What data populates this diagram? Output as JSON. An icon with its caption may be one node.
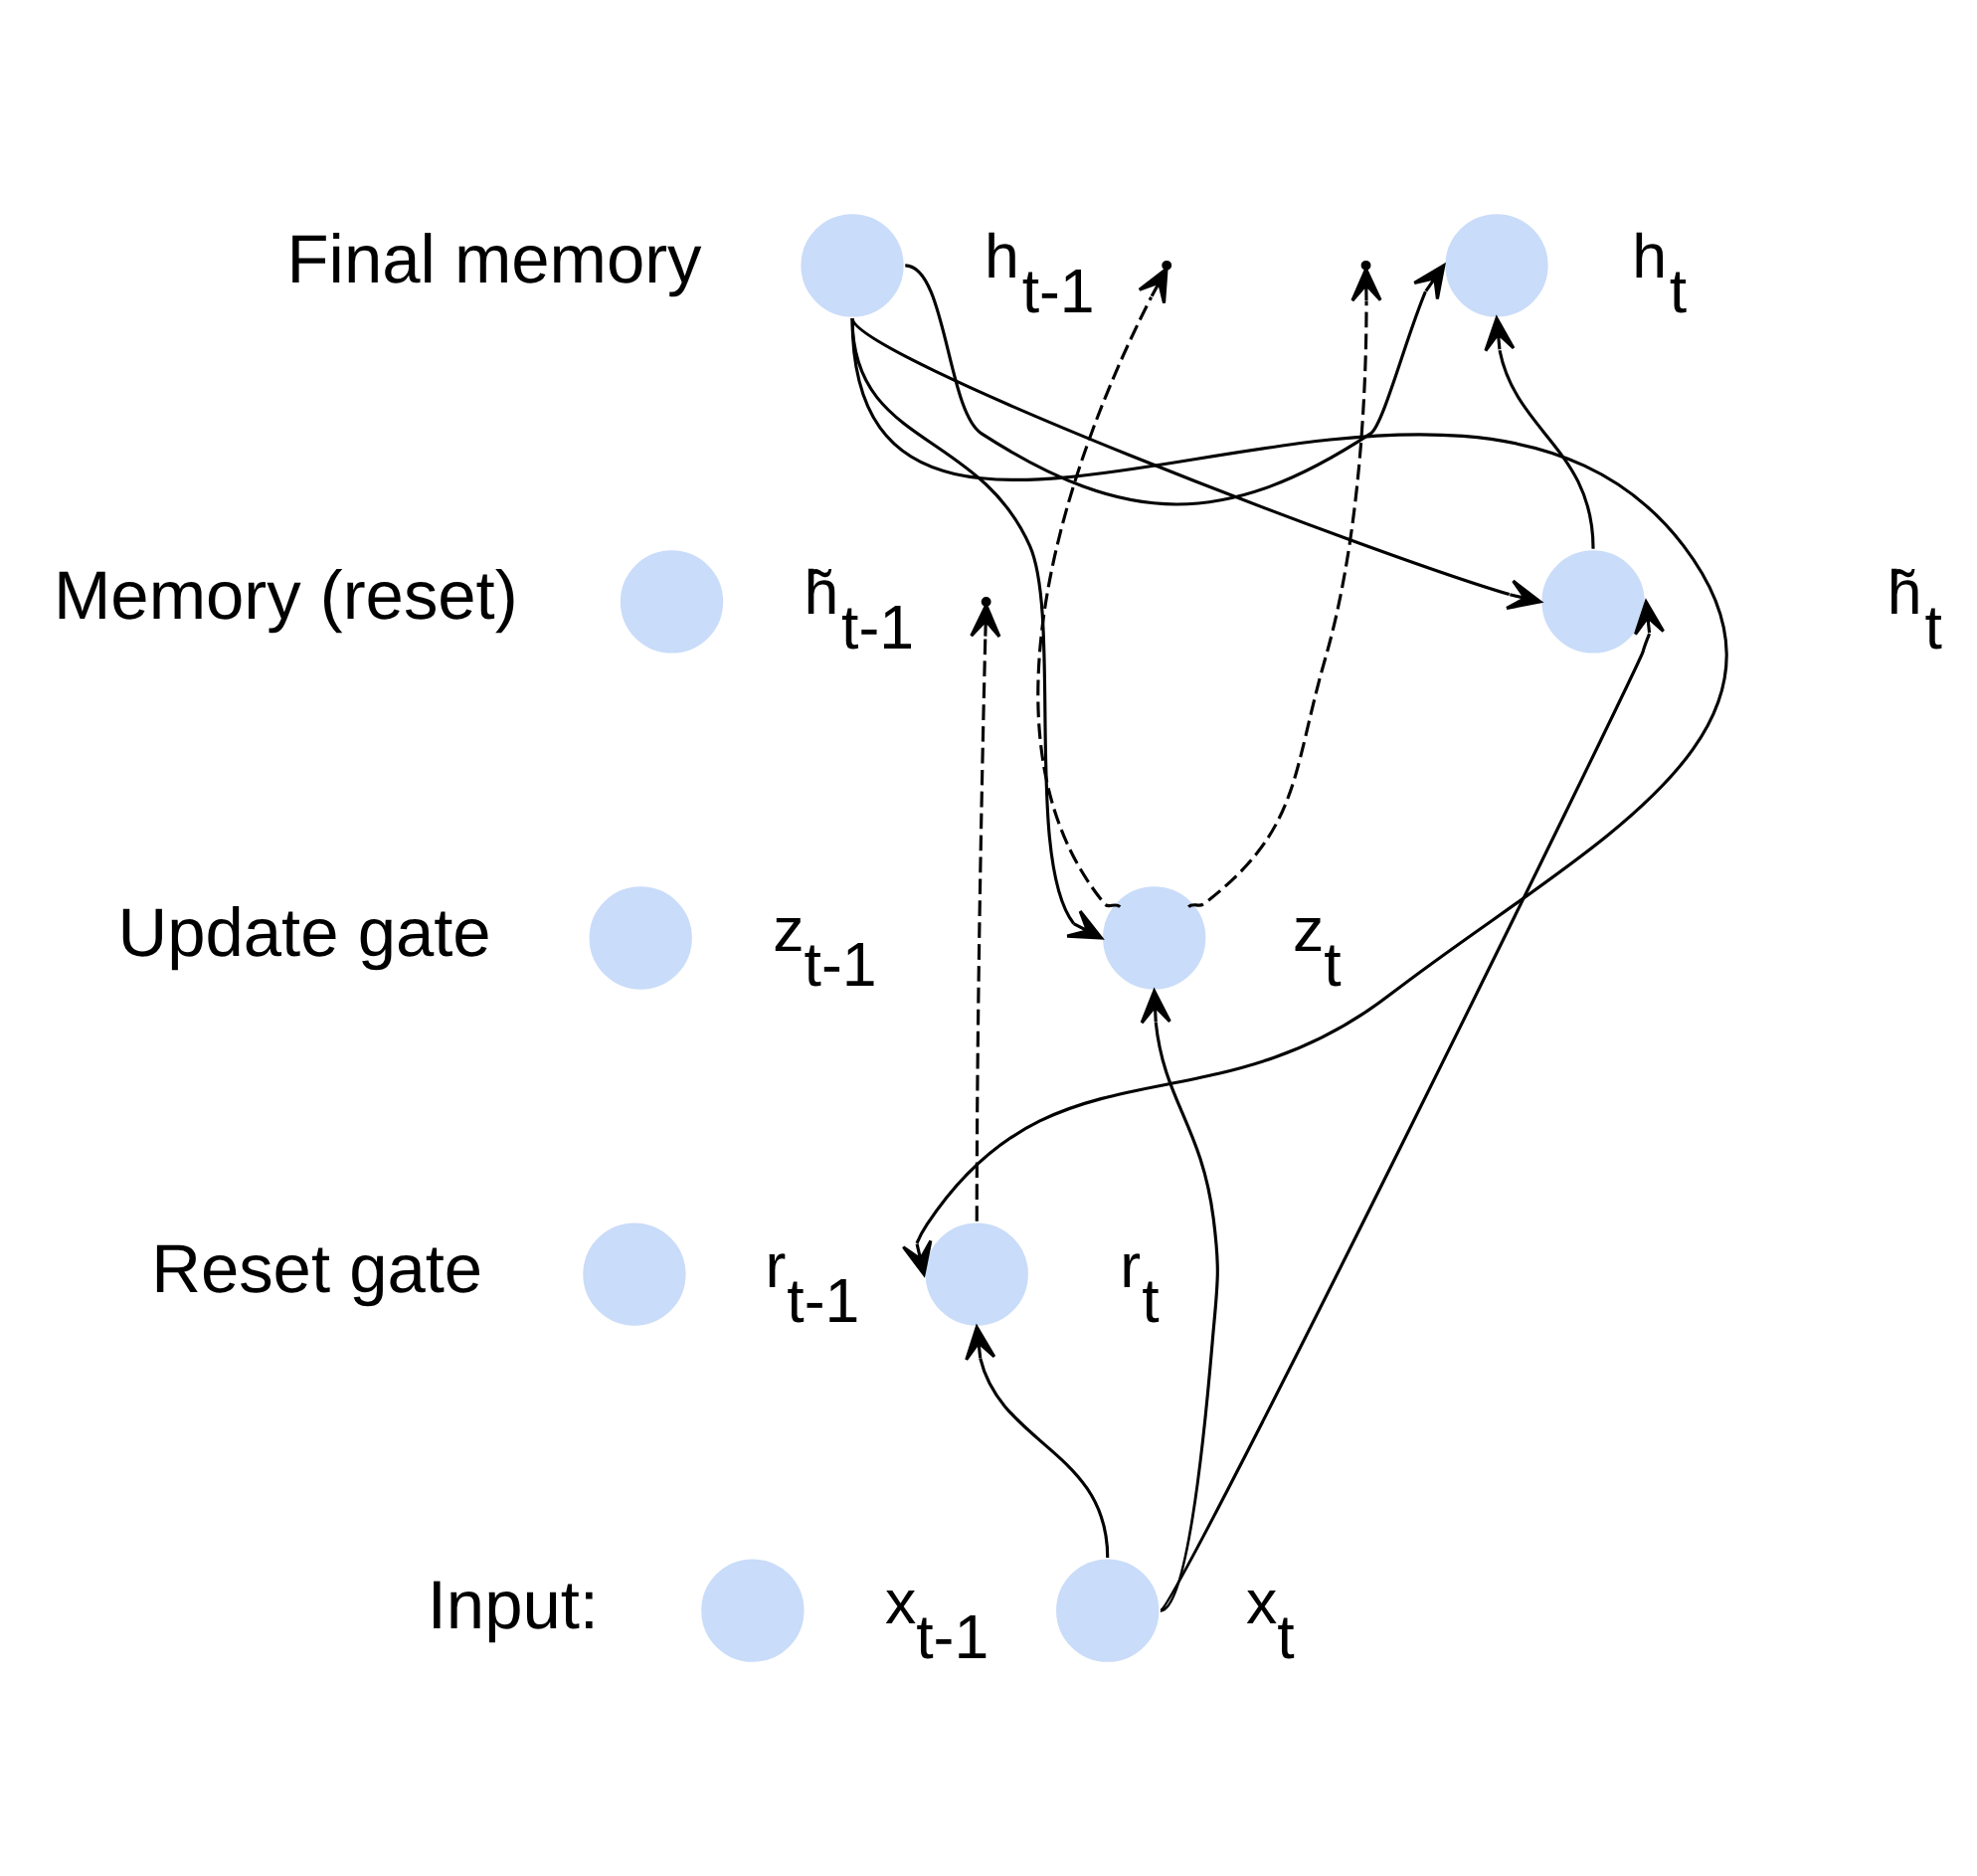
{
  "diagram": {
    "nodes": [
      {
        "text": [],
        "shape": "circle",
        "beside": [
          "h$_{t-1}$"
        ]
      },
      {
        "text": [],
        "shape": "circle",
        "beside": [
          "h$_{t}$"
        ]
      },
      {
        "text": [],
        "shape": "circle",
        "beside": [
          "h̃$_{t-1}$"
        ]
      },
      {
        "text": [],
        "shape": "circle",
        "beside": [
          "h̃$_{t}$"
        ]
      },
      {
        "text": [],
        "shape": "circle",
        "beside": [
          "z$_{t-1}$"
        ]
      },
      {
        "text": [],
        "shape": "circle",
        "beside": [
          "z$_{t}$"
        ]
      },
      {
        "text": [],
        "shape": "circle",
        "beside": [
          "r$_{t-1}$"
        ]
      },
      {
        "text": [],
        "shape": "circle",
        "beside": [
          "r$_{t}$"
        ]
      },
      {
        "text": [],
        "shape": "circle",
        "beside": [
          "x$_{t-1}$"
        ]
      },
      {
        "text": [],
        "shape": "circle",
        "beside": [
          "x$_{t}$"
        ]
      }
    ],
    "edges": [
      {
        "from": 0,
        "to": 1,
        "arrow": "to"
      },
      {
        "from": 0,
        "to": 3,
        "arrow": "to"
      },
      {
        "from": 0,
        "to": 5,
        "arrow": "to"
      },
      {
        "from": 0,
        "to": 7,
        "arrow": "to"
      },
      {
        "from": 3,
        "to": 1,
        "arrow": "to"
      },
      {
        "from": 9,
        "to": 7,
        "arrow": "to"
      },
      {
        "from": 9,
        "to": 5,
        "arrow": "to"
      },
      {
        "from": 9,
        "to": 3,
        "arrow": "to"
      },
      {
        "from": 7,
        "to": null,
        "arrow": "to",
        "style": "dashed"
      },
      {
        "from": 5,
        "to": null,
        "arrow": "to",
        "style": "dashed"
      },
      {
        "from": 5,
        "to": null,
        "arrow": "to",
        "style": "dashed"
      }
    ],
    "labels": [
      "Final memory",
      "Memory (reset)",
      "Update gate",
      "Reset gate",
      "Input:"
    ]
  }
}
